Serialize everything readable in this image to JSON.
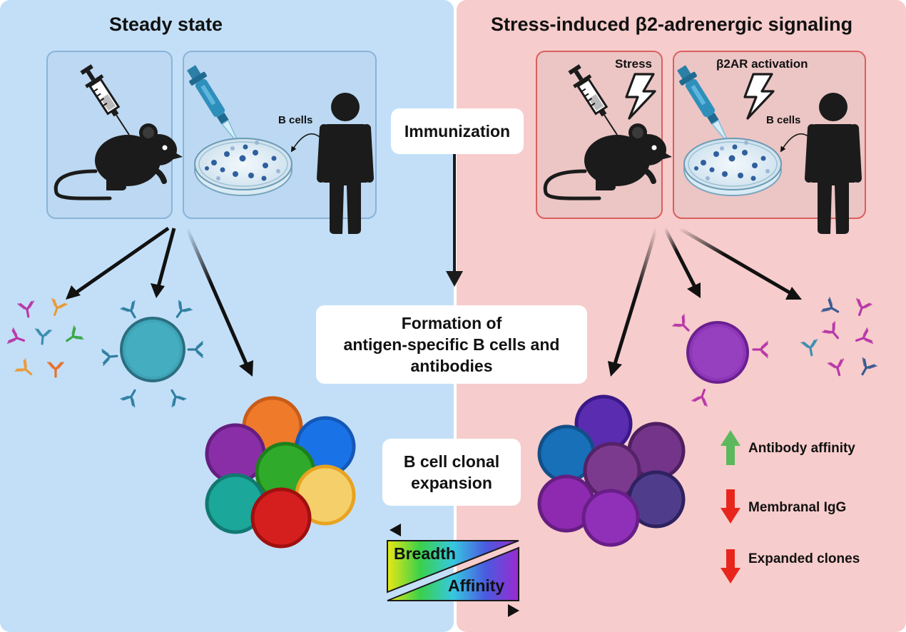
{
  "left_panel": {
    "title": "Steady state",
    "b_cells_label": "B cells"
  },
  "right_panel": {
    "title": "Stress-induced β2-adrenergic signaling",
    "stress_label": "Stress",
    "b2ar_label": "β2AR activation",
    "b_cells_label": "B cells"
  },
  "center": {
    "immunization": "Immunization",
    "formation_line1": "Formation of",
    "formation_line2": "antigen-specific B cells and",
    "formation_line3": "antibodies",
    "expansion_line1": "B cell clonal",
    "expansion_line2": "expansion",
    "breadth_label": "Breadth",
    "affinity_label": "Affinity"
  },
  "legend": [
    {
      "label": "Antibody affinity",
      "direction": "up",
      "color": "#5cb85c"
    },
    {
      "label": "Membranal IgG",
      "direction": "down",
      "color": "#e8251c"
    },
    {
      "label": "Expanded clones",
      "direction": "down",
      "color": "#e8251c"
    }
  ],
  "colors": {
    "left_bg": "#c3dff8",
    "right_bg": "#f7cccc",
    "left_box_border": "#8ab3d8",
    "right_box_border": "#d9605c",
    "steady_b_cell": "#3fa4b8",
    "stress_b_cell": "#8e36b8"
  }
}
